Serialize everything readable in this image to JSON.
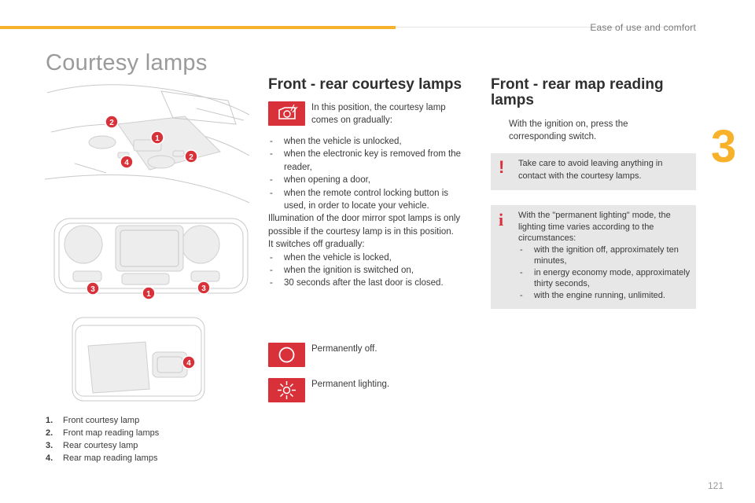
{
  "header": {
    "section": "Ease of use and comfort",
    "chapter": "3"
  },
  "page": {
    "title": "Courtesy lamps",
    "number": "121"
  },
  "legend": [
    {
      "num": "1.",
      "label": "Front courtesy lamp"
    },
    {
      "num": "2.",
      "label": "Front map reading lamps"
    },
    {
      "num": "3.",
      "label": "Rear courtesy lamp"
    },
    {
      "num": "4.",
      "label": "Rear map reading lamps"
    }
  ],
  "callouts": {
    "top": [
      "2",
      "1",
      "4",
      "2"
    ],
    "middle": [
      "3",
      "1",
      "3"
    ],
    "bottom": [
      "4"
    ]
  },
  "front_rear_courtesy": {
    "heading": "Front - rear courtesy lamps",
    "mode1_text": "In this position, the courtesy lamp comes on gradually:",
    "on_list": [
      "when the vehicle is unlocked,",
      "when the electronic key is removed from the reader,",
      "when opening a door,",
      "when the remote control locking button is used, in order to locate your vehicle."
    ],
    "mirror_note": "Illumination of the door mirror spot lamps is only possible if the courtesy lamp is in this position.",
    "off_intro": "It switches off gradually:",
    "off_list": [
      "when the vehicle is locked,",
      "when the ignition is switched on,",
      "30 seconds after the last door is closed."
    ],
    "mode2_text": "Permanently off.",
    "mode3_text": "Permanent lighting."
  },
  "map_reading": {
    "heading": "Front - rear map reading lamps",
    "instruction_marker": "",
    "instruction": "With the ignition on, press the corresponding switch.",
    "warning": {
      "icon": "!",
      "text": "Take care to avoid leaving anything in contact with the courtesy lamps."
    },
    "info": {
      "icon": "i",
      "intro": "With the \"permanent lighting\" mode, the lighting time varies according to the circumstances:",
      "items": [
        "with the ignition off, approximately ten minutes,",
        "in energy economy mode, approximately thirty seconds,",
        "with the engine running, unlimited."
      ]
    }
  },
  "colors": {
    "accent": "#f7b12b",
    "icon_red": "#d9313a",
    "note_bg": "#e7e7e7"
  }
}
